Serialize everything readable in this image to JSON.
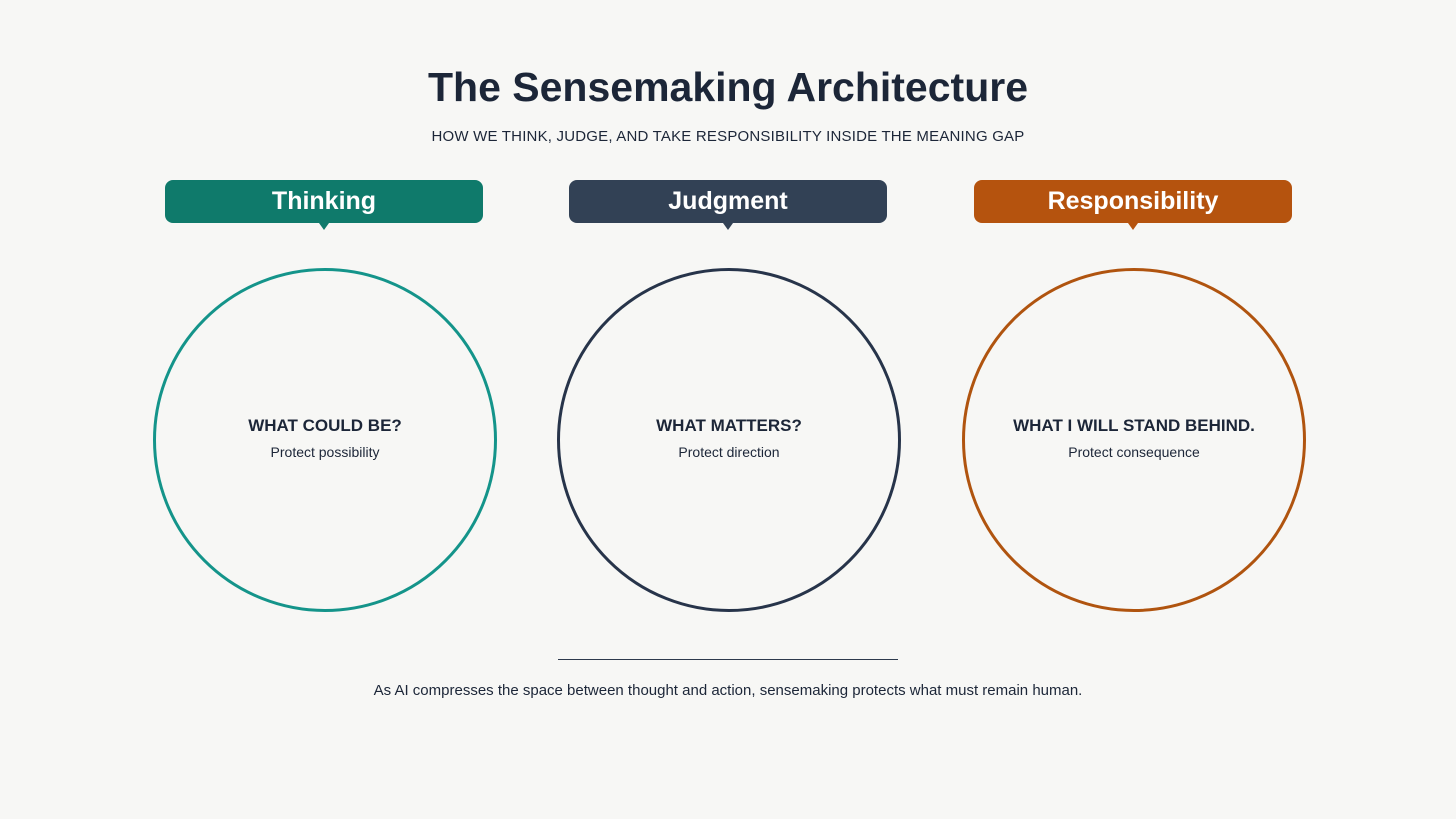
{
  "header": {
    "title": "The Sensemaking Architecture",
    "subtitle": "HOW WE THINK, JUDGE, AND TAKE RESPONSIBILITY INSIDE THE MEANING GAP"
  },
  "pillars": [
    {
      "label": "Thinking",
      "question": "WHAT COULD BE?",
      "protect": "Protect possibility",
      "tag_color": "#0f7a6b",
      "ring_color": "#14948a"
    },
    {
      "label": "Judgment",
      "question": "WHAT MATTERS?",
      "protect": "Protect direction",
      "tag_color": "#324155",
      "ring_color": "#27344a"
    },
    {
      "label": "Responsibility",
      "question": "WHAT I WILL STAND BEHIND.",
      "protect": "Protect consequence",
      "tag_color": "#b5530e",
      "ring_color": "#b0540f"
    }
  ],
  "footer": {
    "text": "As AI compresses the space between thought and action, sensemaking protects what must remain human."
  }
}
